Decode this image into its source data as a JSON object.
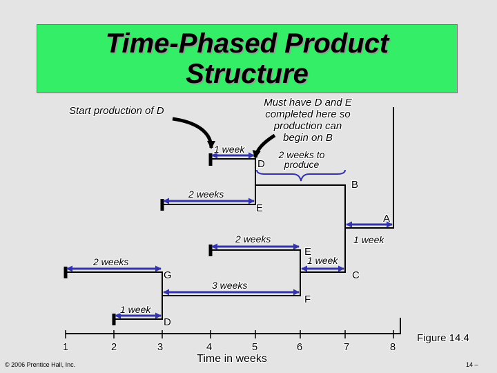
{
  "title": {
    "line1": "Time-Phased Product",
    "line2": "Structure"
  },
  "annotations": {
    "start_production": "Start production of D",
    "must_have": [
      "Must have D and E",
      "completed here so",
      "production can",
      "begin on B"
    ],
    "two_weeks_to_produce": [
      "2 weeks to",
      "produce"
    ]
  },
  "components": [
    {
      "id": "d-top",
      "letter": "D",
      "duration": "1 week"
    },
    {
      "id": "e-top",
      "letter": "E",
      "duration": "2 weeks"
    },
    {
      "id": "b",
      "letter": "B"
    },
    {
      "id": "a",
      "letter": "A",
      "duration": "1 week"
    },
    {
      "id": "e-mid",
      "letter": "E",
      "duration": "1 week"
    },
    {
      "id": "b-dur",
      "duration": "2 weeks"
    },
    {
      "id": "g",
      "letter": "G",
      "duration": "2 weeks"
    },
    {
      "id": "c",
      "letter": "C"
    },
    {
      "id": "f",
      "letter": "F",
      "duration": "3 weeks"
    },
    {
      "id": "d-bot",
      "letter": "D",
      "duration": "1 week"
    }
  ],
  "axis": {
    "ticks": [
      "1",
      "2",
      "3",
      "4",
      "5",
      "6",
      "7",
      "8"
    ],
    "title": "Time in weeks"
  },
  "figure_label": "Figure 14.4",
  "copyright": "© 2006 Prentice Hall, Inc.",
  "page_number": "14 –",
  "colors": {
    "title_bg": "#33ee66",
    "background": "#e4e4e4",
    "arrow": "#3333aa",
    "line": "#000000"
  }
}
